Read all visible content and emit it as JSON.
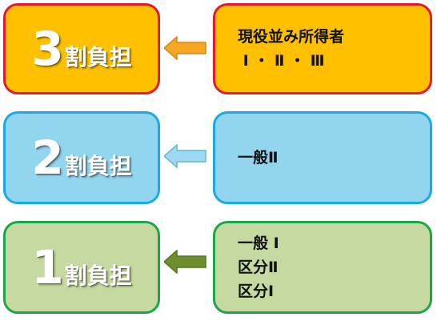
{
  "tiers": [
    {
      "number": "3",
      "suffix": "割負担",
      "lines": [
        "現役並み所得者",
        " Ⅰ ・ Ⅱ ・ Ⅲ"
      ],
      "fill": "#ffc000",
      "border": "#e8182a",
      "arrow_color": "#f6a623"
    },
    {
      "number": "2",
      "suffix": "割負担",
      "lines": [
        "一般Ⅱ"
      ],
      "fill": "#92d5ef",
      "border": "#19a9e8",
      "arrow_color": "#9fd9f0"
    },
    {
      "number": "1",
      "suffix": "割負担",
      "lines": [
        "一般 Ⅰ",
        "区分Ⅱ",
        "区分Ⅰ"
      ],
      "fill": "#c5d9a0",
      "border": "#1aa64a",
      "arrow_color": "#6f8f2e"
    }
  ]
}
